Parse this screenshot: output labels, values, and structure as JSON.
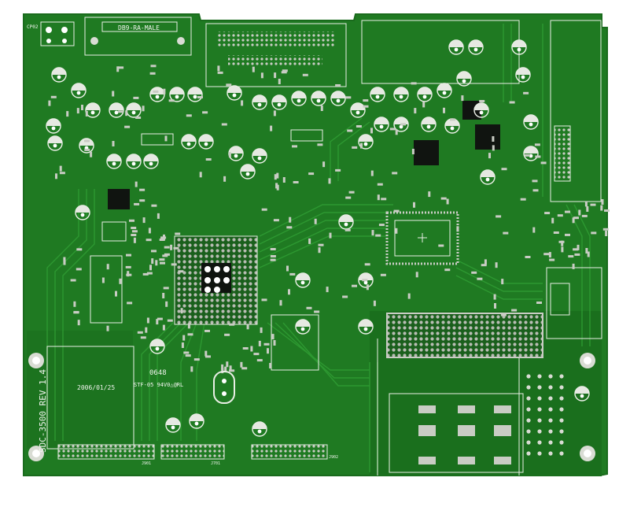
{
  "colors": {
    "board": "#1f7a22",
    "board_dark": "#176319",
    "trace": "#2e9a31",
    "silkscreen": "#f2f5ef",
    "pad": "#c9ccc4",
    "chip": "#101410",
    "background": "#ffffff"
  },
  "labels": {
    "connector_db9": "DB9-RA-MALE",
    "board_name": "SDC-3500 REV 1.4",
    "code_0648": "0648",
    "ul_mark": "STF-05 94V0△@RL",
    "date_code": "2006/01/25",
    "ref_cp02": "CP02",
    "ref_j901": "J901",
    "ref_j701": "J701",
    "ref_j902": "J902"
  }
}
